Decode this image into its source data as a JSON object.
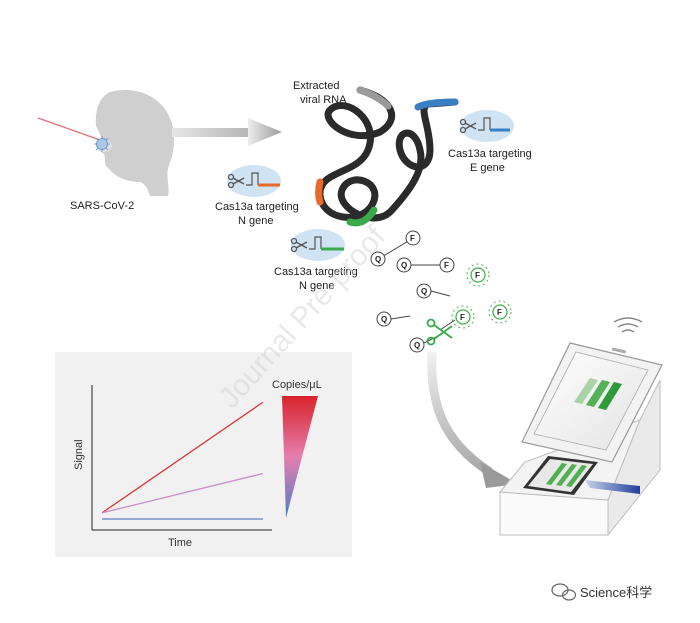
{
  "labels": {
    "virus": "SARS-CoV-2",
    "rna": [
      "Extracted",
      "viral RNA"
    ],
    "cas_e": [
      "Cas13a targeting",
      "E gene"
    ],
    "cas_n1": [
      "Cas13a targeting",
      "N gene"
    ],
    "cas_n2": [
      "Cas13a targeting",
      "N gene"
    ],
    "quencher": "Q",
    "fluor": "F"
  },
  "colors": {
    "cas_e_guide": "#3a7fc4",
    "cas_n1_guide": "#e8692a",
    "cas_n2_guide": "#3aab4a",
    "rna": "#2b2b2b",
    "enzyme_bg": "#cfe3f3",
    "fluor_glow": "#46b34a"
  },
  "watermark": "Journal Pre-proof",
  "credit": "Science科学",
  "chart_data": {
    "type": "line",
    "xlabel": "Time",
    "ylabel": "Signal",
    "legend_title": "Copies/μL",
    "x": [
      0,
      1
    ],
    "series": [
      {
        "values": [
          0.05,
          0.95
        ],
        "color": "#d83a3a"
      },
      {
        "values": [
          0.05,
          0.37
        ],
        "color": "#c98ac9"
      },
      {
        "values": [
          0.0,
          0.0
        ],
        "color": "#5b7fc4"
      }
    ],
    "ylim": [
      0,
      1
    ],
    "grid": false
  }
}
